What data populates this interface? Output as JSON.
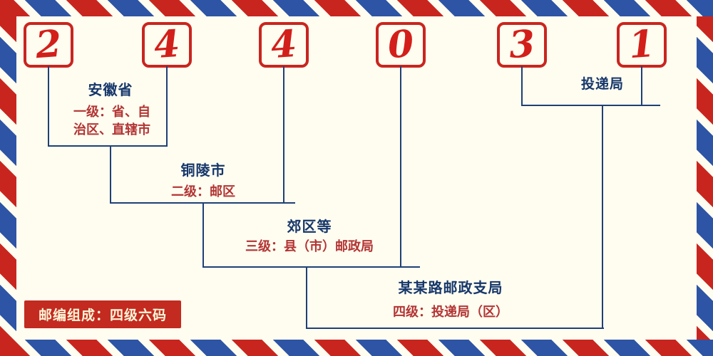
{
  "colors": {
    "page_bg": "#fffdf0",
    "stripe_red": "#c9251f",
    "stripe_blue": "#2d54a5",
    "line_navy": "#1e4076",
    "digit_red": "#d31f1a",
    "box_border_red": "#c9251f",
    "name_navy": "#16376b",
    "desc_red": "#b23434",
    "badge_bg": "#c32a20",
    "badge_text": "#fff6d8"
  },
  "postal_code": {
    "digits": [
      "2",
      "4",
      "4",
      "0",
      "3",
      "1"
    ]
  },
  "groups": [
    {
      "name": "安徽省",
      "desc": "一级：省、自治区、直辖市"
    },
    {
      "name": "铜陵市",
      "desc": "二级：邮区"
    },
    {
      "name": "郊区等",
      "desc": "三级：县（市）邮政局"
    },
    {
      "name": "某某路邮政支局",
      "desc": "四级：投递局（区）"
    }
  ],
  "delivery_office_label": "投递局",
  "footer_badge": "邮编组成：四级六码"
}
